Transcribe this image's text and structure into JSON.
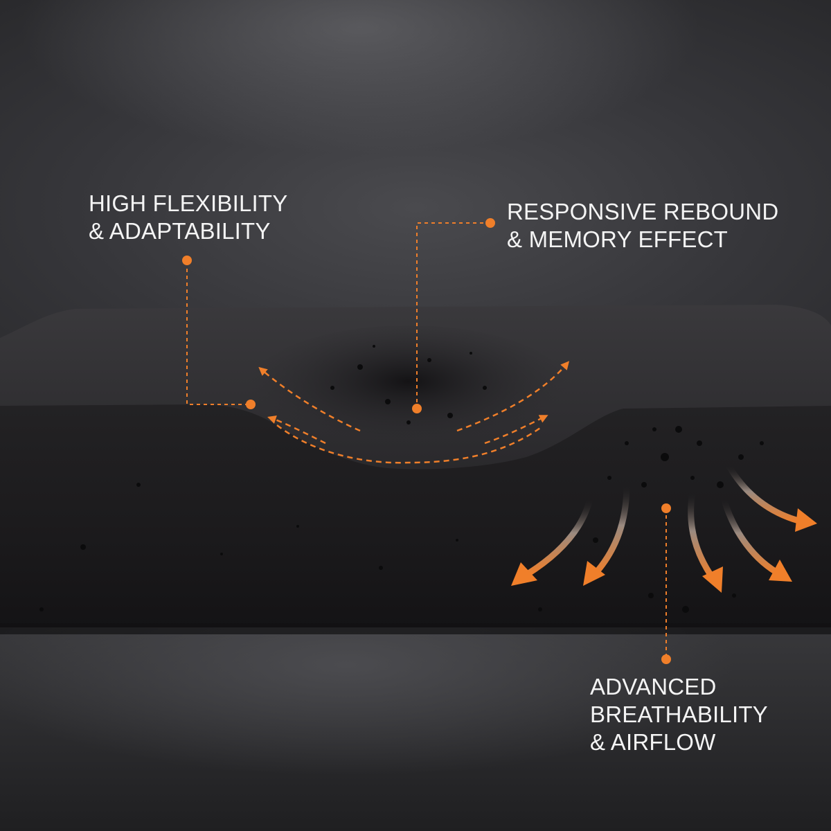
{
  "labels": {
    "flexibility": {
      "line1": "HIGH FLEXIBILITY",
      "line2": "& ADAPTABILITY"
    },
    "rebound": {
      "line1": "RESPONSIVE REBOUND",
      "line2": "& MEMORY EFFECT"
    },
    "airflow": {
      "line1": "ADVANCED",
      "line2": "BREATHABILITY",
      "line3": "& AIRFLOW"
    }
  },
  "colors": {
    "accent": "#f07f2a",
    "text": "#f4f4f4",
    "background": "#2e2e31",
    "foam": "#1c1b1d"
  },
  "icons": [
    "curved-arrow-icon",
    "airflow-arrow-icon",
    "callout-dot-icon"
  ]
}
